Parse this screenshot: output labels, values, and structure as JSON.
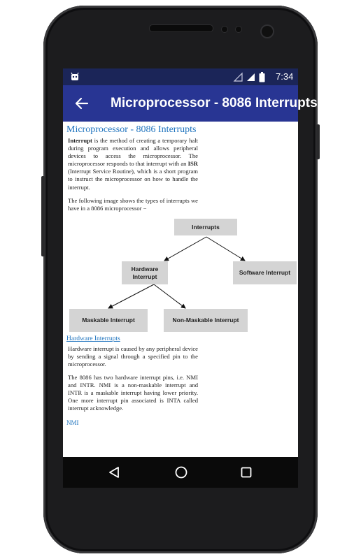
{
  "status": {
    "time": "7:34"
  },
  "appbar": {
    "title": "Microprocessor - 8086 Interrupts"
  },
  "content": {
    "heading": "Microprocessor - 8086 Interrupts",
    "intro_term": "Interrupt",
    "intro_rest_a": " is the method of creating a temporary halt during program execution and allows peripheral devices to access the microprocessor. The microprocessor responds to that interrupt with an ",
    "intro_isr": "ISR",
    "intro_rest_b": " (Interrupt Service Routine), which is a short program to instruct the microprocessor on how to handle the interrupt.",
    "types_text": "The following image shows the types of interrupts we have in a 8086 microprocessor −",
    "diagram": {
      "root": "Interrupts",
      "hardware": "Hardware Interrupt",
      "software": "Software Interrupt",
      "maskable": "Maskable Interrupt",
      "non_maskable": "Non-Maskable Interrupt"
    },
    "hw_heading": "Hardware Interrupts",
    "hw_text": "Hardware interrupt is caused by any peripheral device by sending a signal through a specified pin to the microprocessor.",
    "pins_text": "The 8086 has two hardware interrupt pins, i.e. NMI and INTR. NMI is a non-maskable interrupt and INTR is a maskable interrupt having lower priority. One more interrupt pin associated is INTA called interrupt acknowledge.",
    "next_heading": "NMI"
  },
  "colors": {
    "status_bar": "#1b2558",
    "app_bar": "#283593",
    "link": "#1e73be",
    "diagram_box": "#d4d4d4",
    "nav_bar": "#0a0a0a"
  },
  "icons": {
    "status_left": "android-debug-icon",
    "status_right": [
      "signal-empty-icon",
      "signal-full-icon",
      "battery-icon"
    ],
    "appbar": "back-arrow-icon",
    "nav": [
      "back-triangle-icon",
      "home-circle-icon",
      "recents-square-icon"
    ]
  }
}
